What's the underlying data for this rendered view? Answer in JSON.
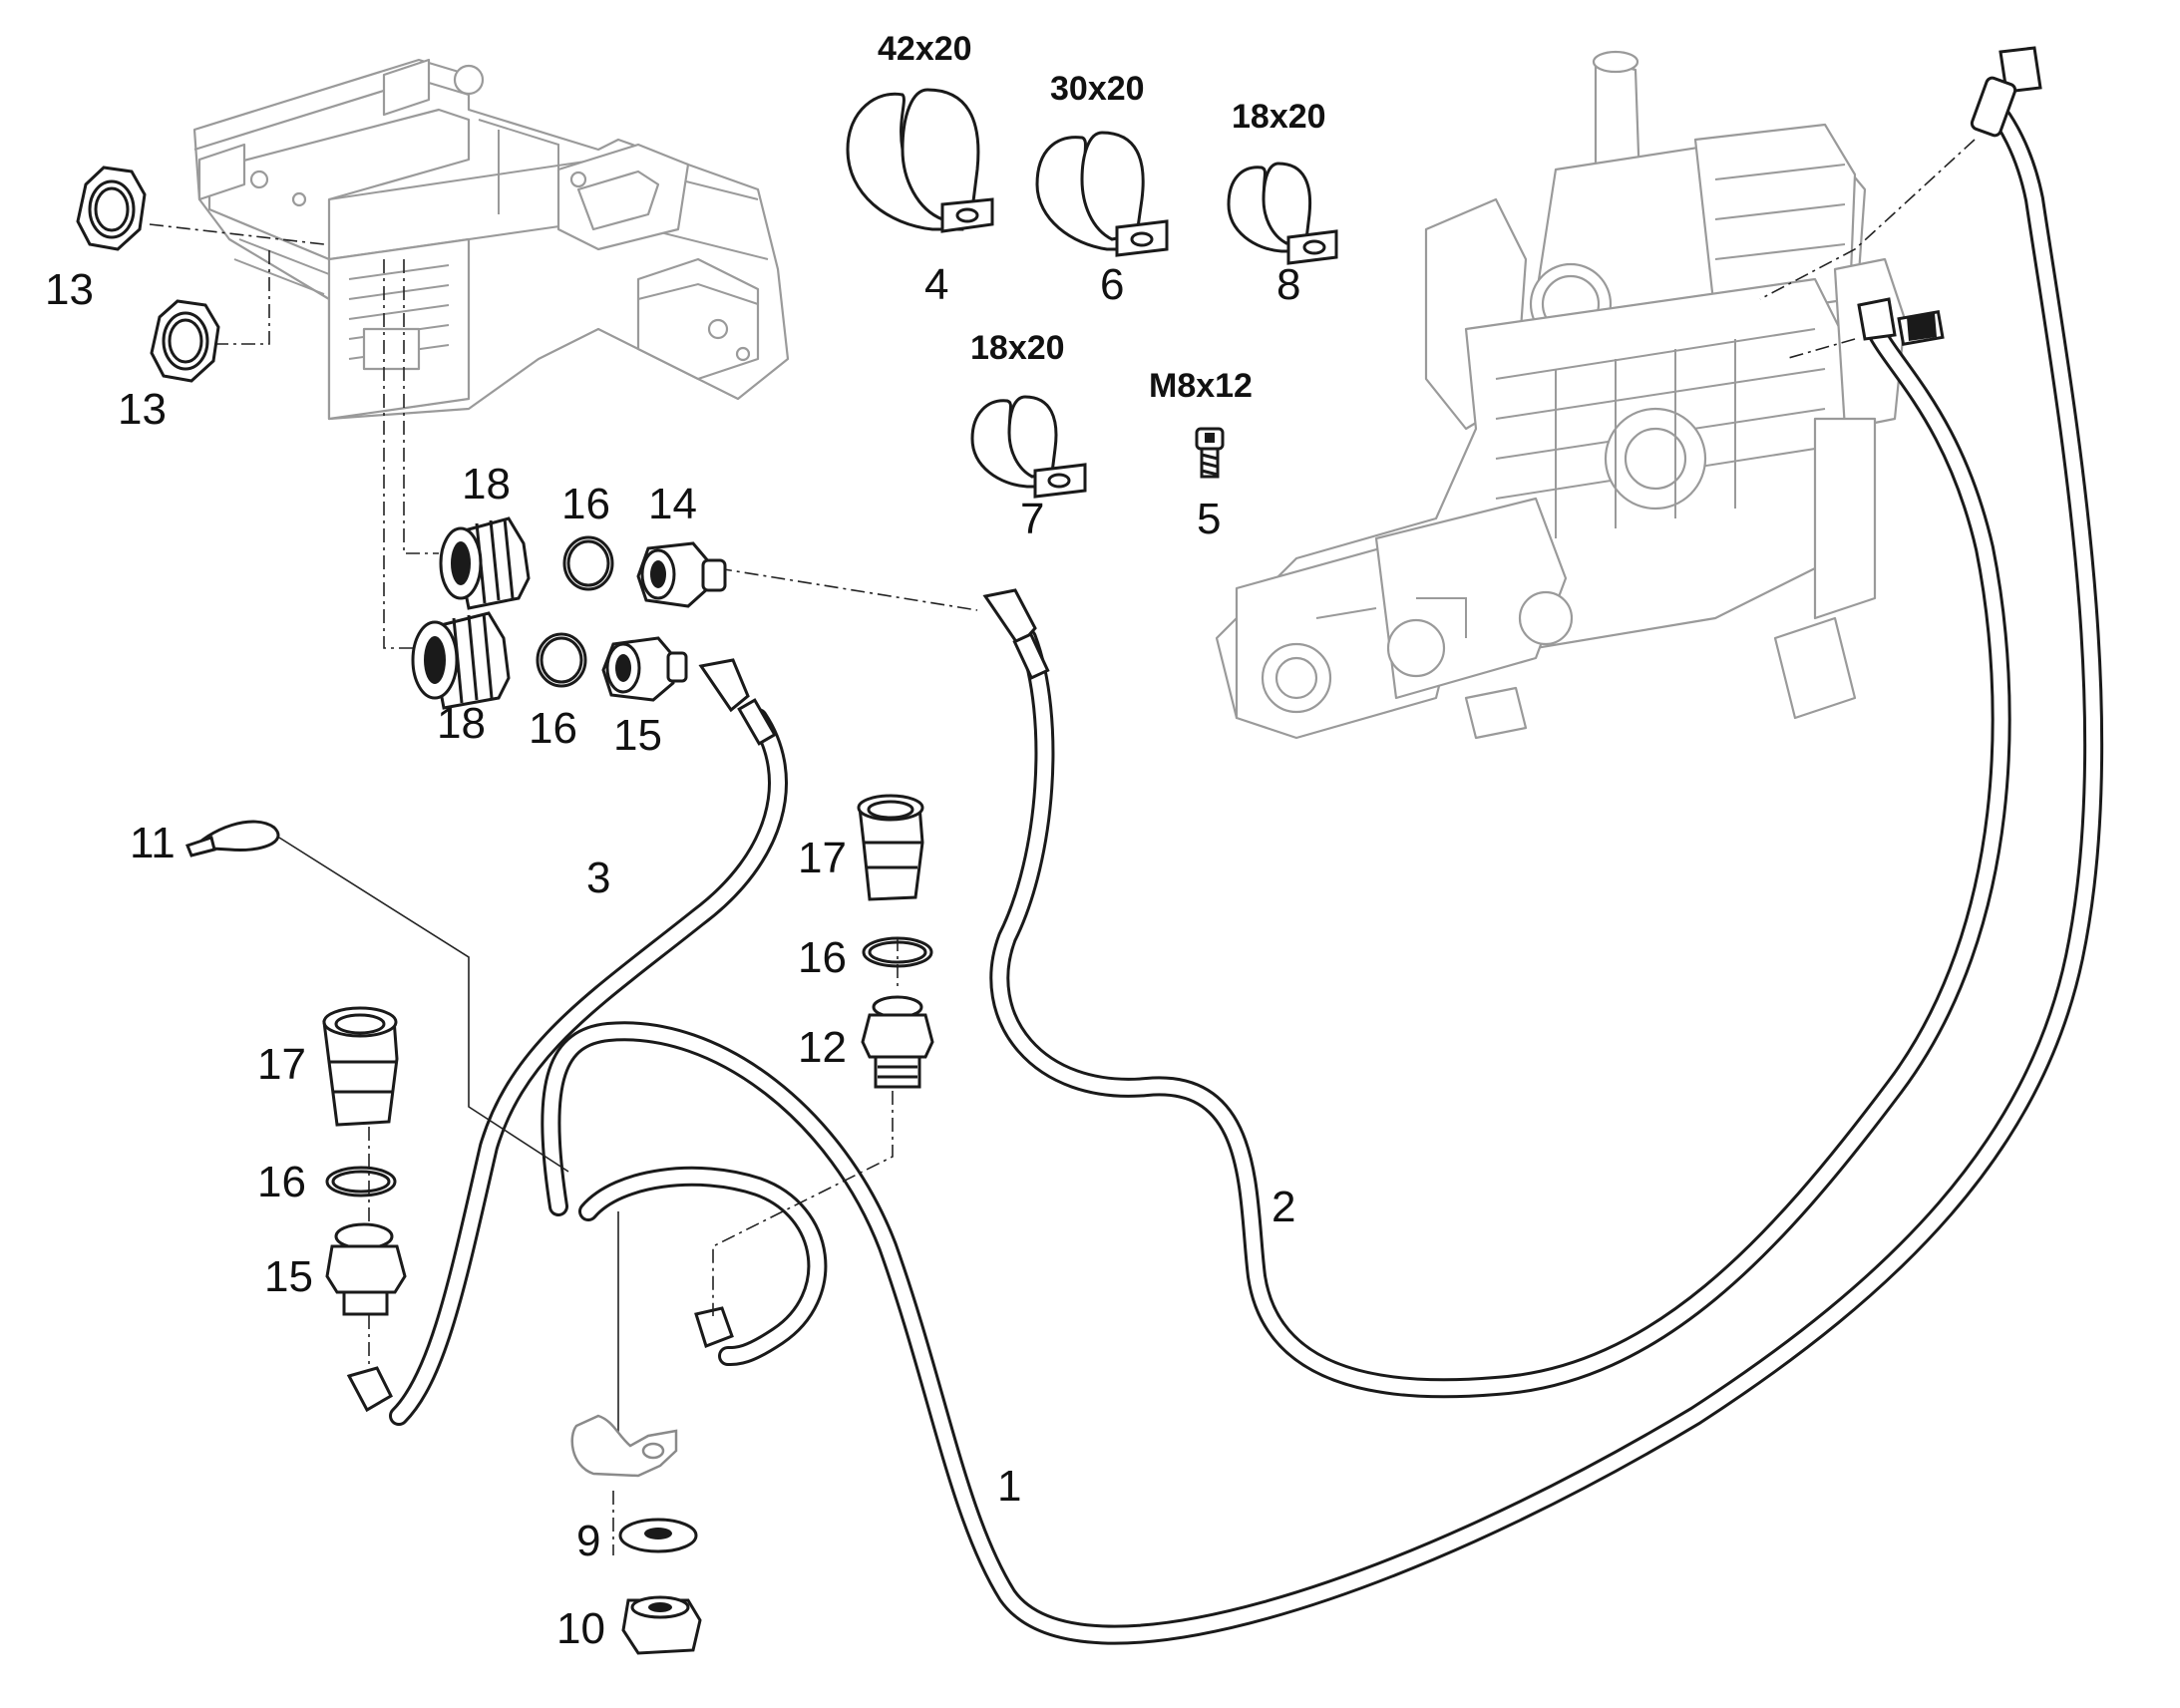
{
  "callouts": {
    "c1": "1",
    "c2": "2",
    "c3": "3",
    "c4": "4",
    "c5": "5",
    "c6": "6",
    "c7": "7",
    "c8": "8",
    "c9": "9",
    "c10": "10",
    "c11": "11",
    "c12": "12",
    "c13a": "13",
    "c13b": "13",
    "c14": "14",
    "c15a": "15",
    "c15b": "15",
    "c16a": "16",
    "c16b": "16",
    "c16c": "16",
    "c16d": "16",
    "c17a": "17",
    "c17b": "17",
    "c18a": "18",
    "c18b": "18"
  },
  "specs": {
    "clamp_4": "42x20",
    "clamp_6": "30x20",
    "clamp_8": "18x20",
    "clamp_7": "18x20",
    "screw_5": "M8x12"
  }
}
